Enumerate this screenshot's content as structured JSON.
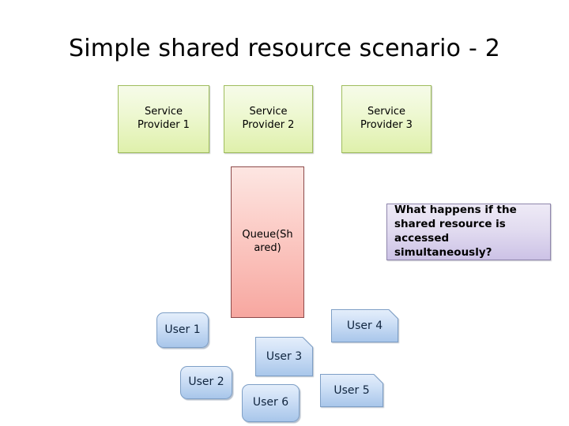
{
  "slide": {
    "title": "Simple shared resource scenario - 2",
    "background_color": "#ffffff"
  },
  "providers": [
    {
      "label": "Service\nProvider 1",
      "line1": "Service",
      "line2": "Provider 1"
    },
    {
      "label": "Service\nProvider 2",
      "line1": "Service",
      "line2": "Provider 2"
    },
    {
      "label": "Service\nProvider 3",
      "line1": "Service",
      "line2": "Provider 3"
    }
  ],
  "queue": {
    "label": "Queue(Shared)",
    "fill_color": "#f7a7a0",
    "border_color": "#8d4a4a"
  },
  "callout": {
    "text": "What happens if the shared resource is accessed simultaneously?",
    "fill_color": "#ccc2e6",
    "border_color": "#8f86ac"
  },
  "users": [
    {
      "label": "User 1",
      "shape": "rounded-rect"
    },
    {
      "label": "User 2",
      "shape": "rounded-rect"
    },
    {
      "label": "User 3",
      "shape": "snip-single-corner"
    },
    {
      "label": "User 4",
      "shape": "snip-single-corner"
    },
    {
      "label": "User 5",
      "shape": "snip-single-corner"
    },
    {
      "label": "User 6",
      "shape": "rounded-rect"
    }
  ],
  "palette": {
    "provider_fill": "#dff0ab",
    "provider_border": "#9fbd5d",
    "user_fill": "#a8c6ea",
    "user_border": "#7e9fc6",
    "text_color": "#000000"
  }
}
